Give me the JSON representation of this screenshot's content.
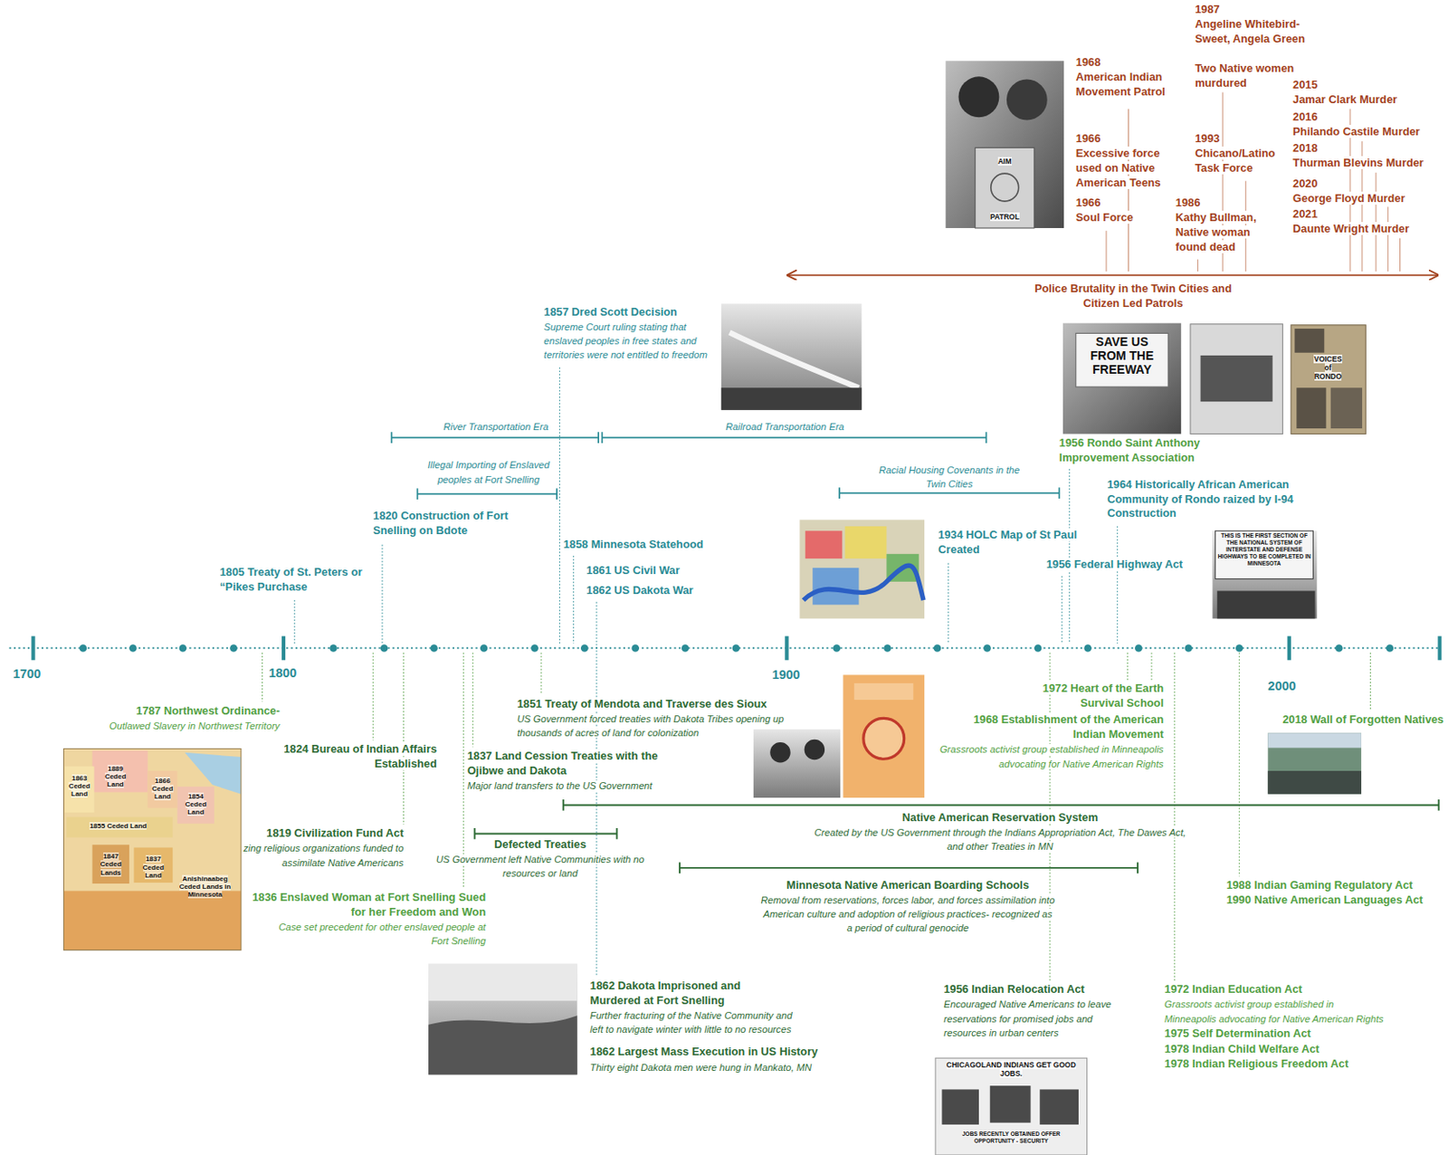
{
  "diagram": {
    "labels": [
      "1987",
      "Angeline Whitebird-Sweet, Angela Green",
      "Two Native women murdured",
      "1968",
      "American Indian Movement Patrol",
      "2015",
      "Jamar Clark Murder",
      "2016",
      "Philando Castile Murder",
      "2018",
      "Thurman Blevins Murder",
      "1966",
      "Excessive force used on Native American Teens",
      "1993",
      "Chicano/Latino Task Force",
      "2020",
      "George Floyd Murder",
      "1966",
      "Soul Force",
      "1986",
      "Kathy Bullman, Native woman found dead",
      "2021",
      "Daunte Wright Murder",
      "AIM",
      "PATROL",
      "Police Brutality in the Twin Cities and Citizen Led Patrols",
      "1857 Dred Scott Decision",
      "Supreme Court ruling stating that enslaved peoples in free states and territories were not entitled to freedom",
      "SAVE US FROM THE FREEWAY",
      "VOICES of RONDO",
      "River Transportation Era",
      "Railroad Transportation Era",
      "1956 Rondo Saint Anthony Improvement Association",
      "Illegal Importing of Enslaved peoples at Fort Snelling",
      "Racial Housing Covenants in the Twin Cities",
      "1964 Historically African American Community of Rondo raized by I-94 Construction",
      "1820 Construction of Fort Snelling on Bdote",
      "1934 HOLC Map of St Paul Created",
      "THIS IS THE FIRST SECTION OF THE NATIONAL SYSTEM OF INTERSTATE AND DEFENSE HIGHWAYS TO BE COMPLETED IN MINNESOTA",
      "1858 Minnesota Statehood",
      "1956 Federal Highway Act",
      "1861 US Civil War",
      "1805 Treaty of St. Peters or “Pikes Purchase",
      "1862 US Dakota War",
      "1700",
      "1800",
      "1900",
      "2000",
      "1972 Heart of the Earth Survival School",
      "1851 Treaty of Mendota and Traverse des Sioux",
      "US Government forced treaties with Dakota Tribes opening up thousands of acres of land for colonization",
      "1787 Northwest Ordinance-",
      "Outlawed Slavery in Northwest Territory",
      "2018 Wall of Forgotten Natives",
      "1968 Establishment of the American Indian Movement",
      "Grassroots activist group established in Minneapolis advocating for Native American Rights",
      "1824 Bureau of Indian Affairs Established",
      "1837 Land Cession Treaties with the Ojibwe and Dakota",
      "Major land transfers to the US Government",
      "1889 Ceded Land",
      "1863 Ceded Land",
      "1866 Ceded Land",
      "1854 Ceded Land",
      "1855 Ceded Land",
      "1847 Ceded Lands",
      "1837 Ceded Land",
      "Anishinaabeg Ceded Lands in Minnesota",
      "Native American Reservation System",
      "Created by the US Government through the Indians Appropriation Act, The Dawes Act, and other Treaties in MN",
      "1819 Civilization Fund Act",
      "zing religious organizations funded to assimilate Native Americans",
      "Defected Treaties",
      "US Government left Native Communities with no resources or land",
      "Minnesota Native American Boarding Schools",
      "Removal from reservations, forces labor, and forces assimilation into American culture and adoption of religious practices- recognized as a period of cultural genocide",
      "1988 Indian Gaming Regulatory Act",
      "1990 Native American Languages Act",
      "1836 Enslaved Woman at Fort Snelling Sued for her Freedom and Won",
      "Case set precedent for other enslaved people at Fort Snelling",
      "1862 Dakota Imprisoned and Murdered at Fort Snelling",
      "Further fracturing of the Native Community and left to navigate winter with little to no resources",
      "1956 Indian Relocation Act",
      "Encouraged Native Americans to leave reservations for promised jobs and resources in urban centers",
      "1972 Indian Education Act",
      "Grassroots activist group established in Minneapolis advocating for Native American Rights",
      "1975 Self Determination Act",
      "1978 Indian Child Welfare Act",
      "1978 Indian Religious Freedom Act",
      "1862 Largest Mass Execution in US History",
      "Thirty eight Dakota men were hung in Mankato, MN",
      "CHICAGOLAND INDIANS GET GOOD JOBS.",
      "JOBS RECENTLY OBTAINED OFFER OPPORTUNITY - SECURITY"
    ]
  }
}
